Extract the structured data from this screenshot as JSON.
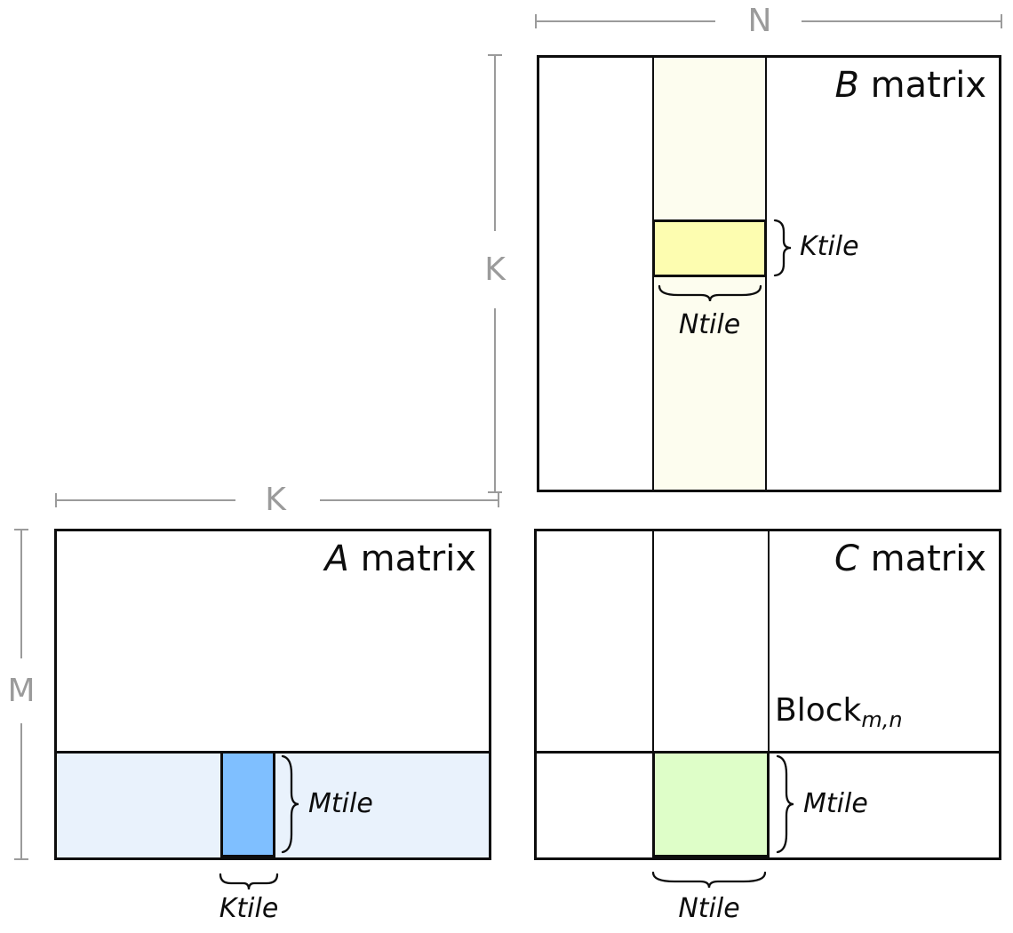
{
  "diagram": {
    "dimensions": {
      "n": "N",
      "k_beside_b": "K",
      "k_above_a": "K",
      "m": "M"
    },
    "matrix_b": {
      "letter": "B",
      "word": " matrix",
      "ktile_label": "Ktile",
      "ntile_label": "Ntile"
    },
    "matrix_a": {
      "letter": "A",
      "word": " matrix",
      "mtile_label": "Mtile",
      "ktile_label": "Ktile"
    },
    "matrix_c": {
      "letter": "C",
      "word": " matrix",
      "block_label": "Block",
      "block_subscript": "m,n",
      "mtile_label": "Mtile",
      "ntile_label": "Ntile"
    },
    "colors": {
      "b_strip_fill": "#FDFDEF",
      "b_tile_fill": "#FDFDB0",
      "a_strip_fill": "#E9F2FC",
      "a_tile_fill": "#7FBFFF",
      "c_tile_fill": "#DEFEC8",
      "dim_line": "#9B9B9B",
      "outline": "#0D0D0D"
    }
  }
}
